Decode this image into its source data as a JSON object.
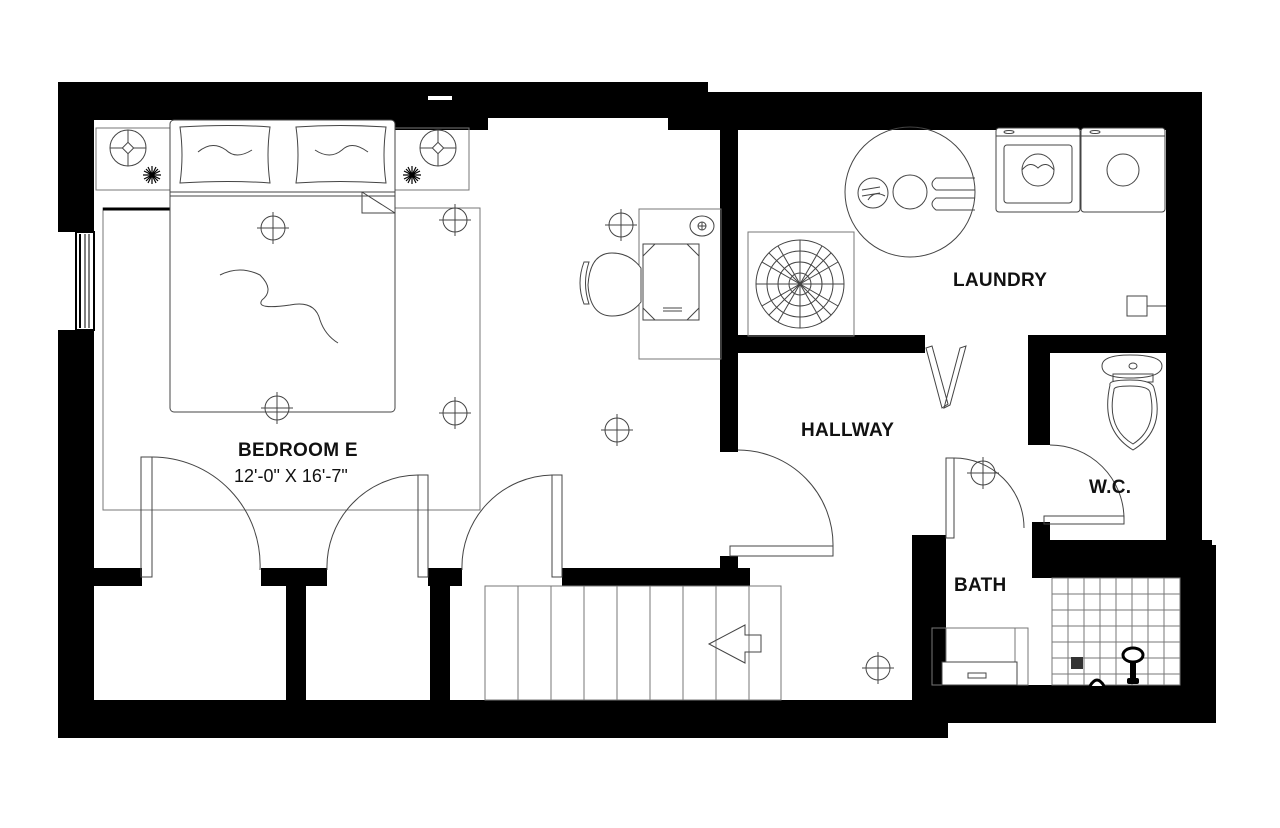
{
  "plan": {
    "background": "#ffffff",
    "wall_color": "#000000",
    "line_color": "#444444"
  },
  "rooms": {
    "bedroom": {
      "name": "BEDROOM E",
      "dimensions": "12'-0\" X 16'-7\""
    },
    "laundry": {
      "name": "LAUNDRY"
    },
    "hallway": {
      "name": "HALLWAY"
    },
    "wc": {
      "name": "W.C."
    },
    "bath": {
      "name": "BATH"
    }
  },
  "symbols": {
    "ceiling_light": "ceiling-light-icon",
    "stair_direction": "arrow-left-icon",
    "window": "window-icon"
  }
}
